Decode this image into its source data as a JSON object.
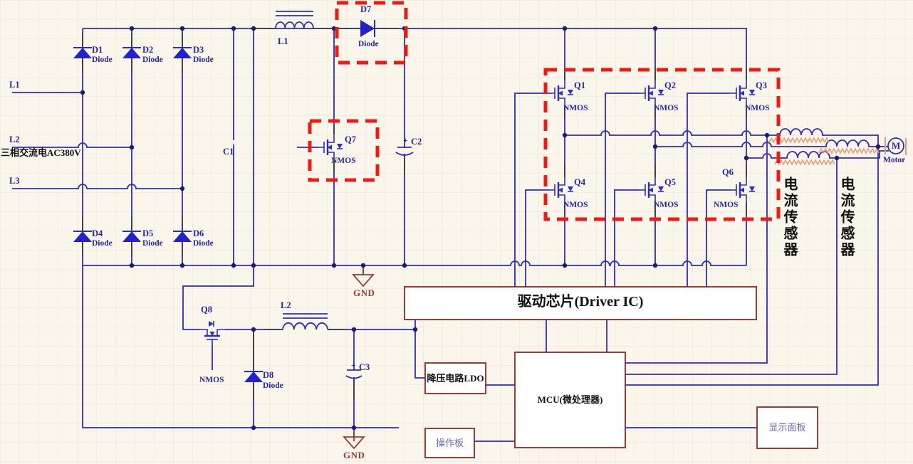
{
  "colors": {
    "background": "#faf6ec",
    "grid": "#eae4d6",
    "wire_blue": "#2d2dc4",
    "pin_dark": "#3c3c28",
    "junction_navy": "#1c1c6e",
    "highlight_red": "#ee1b12",
    "block_border_red": "#a03c36",
    "gnd_red": "#9c3a38",
    "sensor_orange": "#e89a72",
    "label_navy": "#2626b0",
    "text_black": "#111111",
    "panel_text_blue": "#6b6bc8"
  },
  "ac_input": {
    "line1_label": "L1",
    "line2_label": "L2",
    "line3_label": "L3",
    "source_label": "三相交流电AC380V"
  },
  "rectifier": {
    "d1_ref": "D1",
    "d1_type": "Diode",
    "d2_ref": "D2",
    "d2_type": "Diode",
    "d3_ref": "D3",
    "d3_type": "Diode",
    "d4_ref": "D4",
    "d4_type": "Diode",
    "d5_ref": "D5",
    "d5_type": "Diode",
    "d6_ref": "D6",
    "d6_type": "Diode"
  },
  "dc_link": {
    "c1_label": "C1",
    "c2_polarity": "+",
    "c2_label": "C2",
    "gnd_label": "GND"
  },
  "boost": {
    "inductor_label": "L1",
    "d7_ref": "D7",
    "d7_type": "Diode",
    "q7_ref": "Q7",
    "q7_type": "NMOS"
  },
  "inverter": {
    "q1_ref": "Q1",
    "q1_type": "NMOS",
    "q2_ref": "Q2",
    "q2_type": "NMOS",
    "q3_ref": "Q3",
    "q3_type": "NMOS",
    "q4_ref": "Q4",
    "q4_type": "NMOS",
    "q5_ref": "Q5",
    "q5_type": "NMOS",
    "q6_ref": "Q6",
    "q6_type": "NMOS"
  },
  "output": {
    "sensor1_label": "电流传感器",
    "sensor2_label": "电流传感器",
    "motor_symbol": "M",
    "motor_label": "Motor"
  },
  "aux_supply": {
    "q8_ref": "Q8",
    "q8_type": "NMOS",
    "inductor_label": "L2",
    "d8_ref": "D8",
    "d8_type": "Diode",
    "c3_polarity": "+",
    "c3_label": "C3",
    "gnd_label": "GND"
  },
  "blocks": {
    "driver_ic": "驱动芯片(Driver IC)",
    "ldo": "降压电路LDO",
    "mcu": "MCU(微处理器)",
    "control_panel": "操作板",
    "display_panel": "显示面板"
  }
}
